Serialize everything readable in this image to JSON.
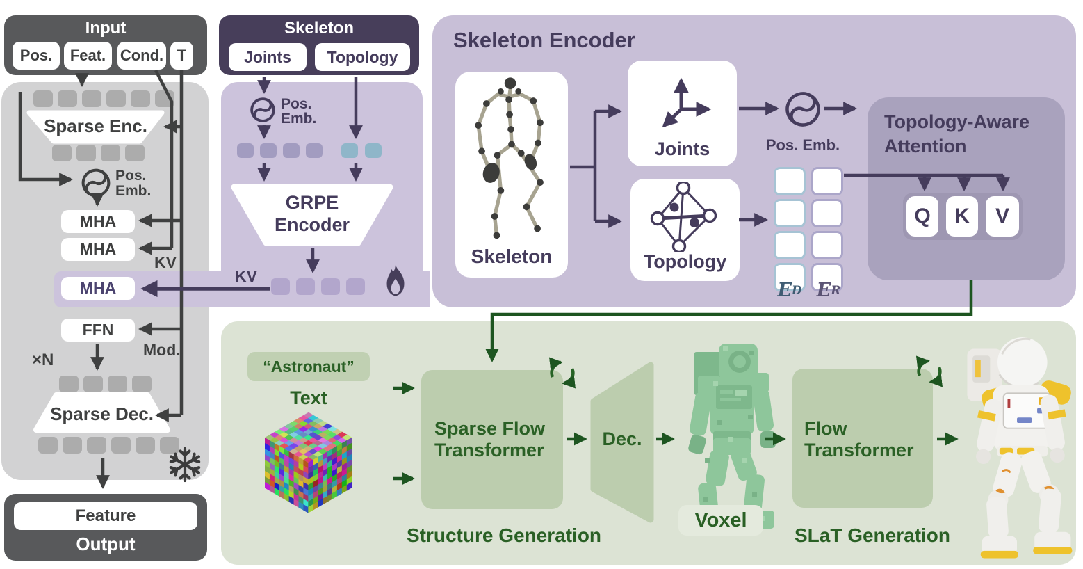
{
  "input": {
    "title": "Input",
    "pills": [
      "Pos.",
      "Feat.",
      "Cond.",
      "T"
    ]
  },
  "left": {
    "sparse_enc": "Sparse Enc.",
    "pos": "Pos.",
    "emb": "Emb.",
    "mha_a": "MHA",
    "mha_b": "MHA",
    "mha_c": "MHA",
    "kv": "KV",
    "ffn": "FFN",
    "mod": "Mod.",
    "xn": "×N",
    "sparse_dec": "Sparse Dec.",
    "feature": "Feature",
    "output": "Output"
  },
  "skeleton_module": {
    "title": "Skeleton",
    "joints": "Joints",
    "topology": "Topology",
    "pos": "Pos.",
    "emb": "Emb.",
    "grpe1": "GRPE",
    "grpe2": "Encoder",
    "kv": "KV"
  },
  "encoder": {
    "title": "Skeleton Encoder",
    "skeleton_label": "Skeleton",
    "joints_label": "Joints",
    "topology_label": "Topology",
    "pos_emb": "Pos. Emb.",
    "e_base": "E",
    "e_d_sup": "D",
    "e_r_sup": "R",
    "attn1": "Topology-Aware",
    "attn2": "Attention",
    "q": "Q",
    "k": "K",
    "v": "V"
  },
  "generation": {
    "prompt": "“Astronaut”",
    "text_label": "Text",
    "sft1": "Sparse Flow",
    "sft2": "Transformer",
    "dec": "Dec.",
    "voxel": "Voxel",
    "ft1": "Flow",
    "ft2": "Transformer",
    "cap_structure": "Structure Generation",
    "cap_slat": "SLaT Generation"
  },
  "colors": {
    "dark_gray": "#58595b",
    "panel_gray": "#d2d2d3",
    "purple_dark": "#453c5c",
    "purple_header": "#473e5a",
    "purple_panel": "#ccc3dc",
    "purple_encoder_panel": "#c8bfd7",
    "attention_box": "#a9a2bd",
    "green_panel": "#dce3d4",
    "green_box": "#bccdae",
    "green_text": "#2a6025",
    "green_line": "#1d5520"
  }
}
